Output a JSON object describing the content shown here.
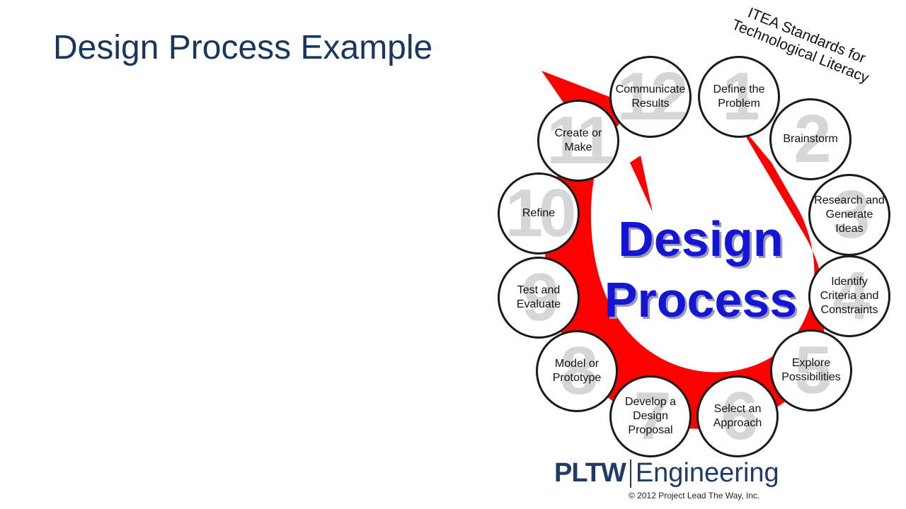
{
  "slide": {
    "title": "Design Process Example"
  },
  "diagram": {
    "center_title_line1": "Design",
    "center_title_line2": "Process",
    "standards_note_line1": "ITEA Standards for",
    "standards_note_line2": "Technological Literacy",
    "arrow_color": "#ff0000",
    "title_color": "#1515d6",
    "steps": [
      {
        "number": "1",
        "label": "Define the Problem"
      },
      {
        "number": "2",
        "label": "Brainstorm"
      },
      {
        "number": "3",
        "label": "Research and Generate Ideas"
      },
      {
        "number": "4",
        "label": "Identify Criteria and Constraints"
      },
      {
        "number": "5",
        "label": "Explore Possibilities"
      },
      {
        "number": "6",
        "label": "Select an Approach"
      },
      {
        "number": "7",
        "label": "Develop a Design Proposal"
      },
      {
        "number": "8",
        "label": "Model or Prototype"
      },
      {
        "number": "9",
        "label": "Test and Evaluate"
      },
      {
        "number": "10",
        "label": "Refine"
      },
      {
        "number": "11",
        "label": "Create or Make"
      },
      {
        "number": "12",
        "label": "Communicate Results"
      }
    ]
  },
  "footer": {
    "logo_pltw": "PLTW",
    "logo_engineering": "Engineering",
    "copyright": "© 2012 Project Lead The Way, Inc."
  }
}
